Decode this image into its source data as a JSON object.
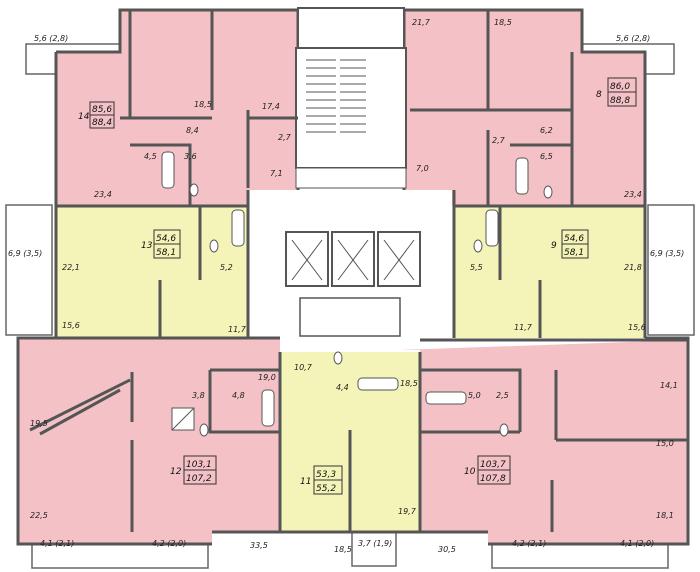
{
  "apartments": [
    {
      "num": "14",
      "area1": "85,6",
      "area2": "88,4"
    },
    {
      "num": "8",
      "area1": "86,0",
      "area2": "88,8"
    },
    {
      "num": "13",
      "area1": "54,6",
      "area2": "58,1"
    },
    {
      "num": "9",
      "area1": "54,6",
      "area2": "58,1"
    },
    {
      "num": "12",
      "area1": "103,1",
      "area2": "107,2"
    },
    {
      "num": "10",
      "area1": "103,7",
      "area2": "107,8"
    },
    {
      "num": "11",
      "area1": "53,3",
      "area2": "55,2"
    }
  ],
  "rooms": {
    "r1": "5,6 (2,8)",
    "r2": "5,6 (2,8)",
    "r3": "21,7",
    "r4": "18,5",
    "r5": "18,5",
    "r6": "17,4",
    "r7": "8,4",
    "r8": "2,7",
    "r9": "6,2",
    "r10": "2,7",
    "r11": "4,5",
    "r12": "3,6",
    "r13": "7,1",
    "r14": "7,0",
    "r15": "6,5",
    "r16": "23,4",
    "r17": "23,4",
    "r18": "6,9 (3,5)",
    "r19": "6,9 (3,5)",
    "r20": "22,1",
    "r21": "5,2",
    "r22": "5,5",
    "r23": "21,8",
    "r24": "15,6",
    "r25": "11,7",
    "r26": "11,7",
    "r27": "15,6",
    "r28": "19,0",
    "r29": "10,7",
    "r30": "3,8",
    "r31": "4,8",
    "r32": "4,4",
    "r33": "18,5",
    "r34": "5,0",
    "r35": "2,5",
    "r36": "14,1",
    "r37": "19,5",
    "r38": "15,0",
    "r39": "22,5",
    "r40": "19,7",
    "r41": "18,1",
    "r42": "33,5",
    "r43": "18,5",
    "r44": "30,5",
    "r45": "4,1 (2,1)",
    "r46": "4,2 (2,0)",
    "r47": "3,7 (1,9)",
    "r48": "4,2 (2,1)",
    "r49": "4,1 (2,0)"
  },
  "colors": {
    "pink": "#f4c2c6",
    "yellow": "#f4f4b8",
    "wall": "#9a9a9a"
  }
}
